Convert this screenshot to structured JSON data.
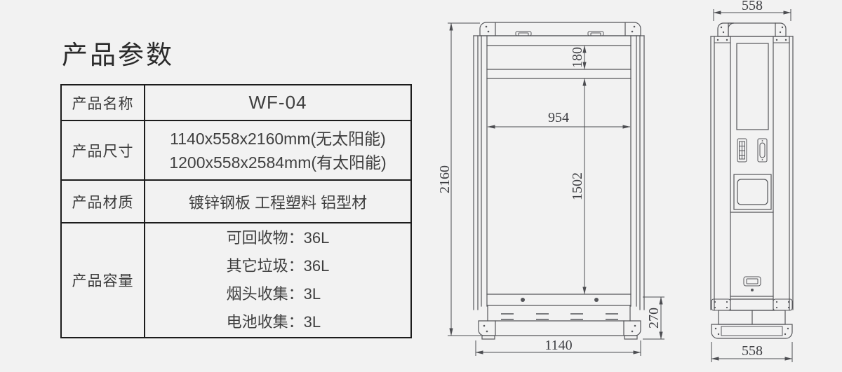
{
  "page": {
    "title": "产品参数"
  },
  "spec_table": {
    "rows": [
      {
        "label": "产品名称",
        "values": [
          "WF-04"
        ]
      },
      {
        "label": "产品尺寸",
        "values": [
          "1140x558x2160mm(无太阳能)",
          "1200x558x2584mm(有太阳能)"
        ]
      },
      {
        "label": "产品材质",
        "values": [
          "镀锌钢板 工程塑料 铝型材"
        ]
      },
      {
        "label": "产品容量",
        "values": [
          "可回收物：36L",
          "其它垃圾：36L",
          "烟头收集：3L",
          "电池收集：3L"
        ]
      }
    ]
  },
  "drawing": {
    "front_view": {
      "dims": {
        "total_height": "2160",
        "header_height": "180",
        "inner_width": "954",
        "door_height": "1502",
        "base_height": "270",
        "total_width": "1140"
      }
    },
    "side_view": {
      "dims": {
        "top_depth": "558",
        "bottom_depth": "558"
      }
    }
  },
  "colors": {
    "background": "#f2f2f2",
    "table_border": "#1c1c1c",
    "text": "#3a3a3a",
    "drawing_line": "#55565a",
    "dim_text": "#3e3f43"
  }
}
